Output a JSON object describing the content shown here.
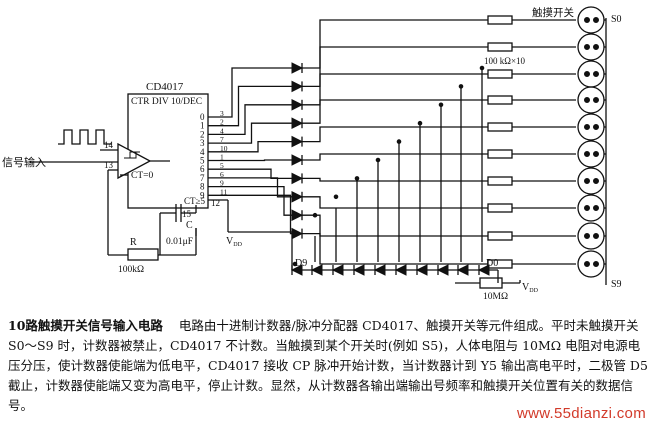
{
  "labels": {
    "chip_name": "CD4017",
    "chip_function": "CTR DIV 10/DEC",
    "input_label": "信号输入",
    "ct_label": "CT=0",
    "ct_ge5": "CT≥5",
    "pin14": "14",
    "pin13": "13",
    "pin15": "15",
    "pin12": "12",
    "out_nums": [
      "0",
      "1",
      "2",
      "3",
      "4",
      "5",
      "6",
      "7",
      "8",
      "9"
    ],
    "pin_nums": [
      "3",
      "2",
      "4",
      "7",
      "10",
      "1",
      "5",
      "6",
      "9",
      "11"
    ],
    "cap_label": "C",
    "cap_value": "0.01μF",
    "res_label": "R",
    "res_value": "100kΩ",
    "vdd": "V",
    "vdd_sub": "DD",
    "touch_switch": "触摸开关",
    "s0": "S0",
    "s9": "S9",
    "res_array": "100 kΩ×10",
    "d9": "D9",
    "d0": "D0",
    "res_10m": "10MΩ",
    "vdd2": "V",
    "vdd2_sub": "DD"
  },
  "caption": {
    "figure_title": "10路触摸开关信号输入电路",
    "body": "电路由十进制计数器/脉冲分配器 CD4017、触摸开关等元件组成。平时未触摸开关 S0～S9 时，计数器被禁止，CD4017 不计数。当触摸到某个开关时(例如 S5)，人体电阻与 10MΩ 电阻对电源电压分压，使计数器使能端为低电平，CD4017 接收 CP 脉冲开始计数，当计数器计到 Y5 输出高电平时，二极管 D5 截止，计数器使能端又变为高电平，停止计数。显然，从计数器各输出端输出号频率和触摸开关位置有关的数据信号。"
  },
  "watermark": "www.55dianzi.com"
}
